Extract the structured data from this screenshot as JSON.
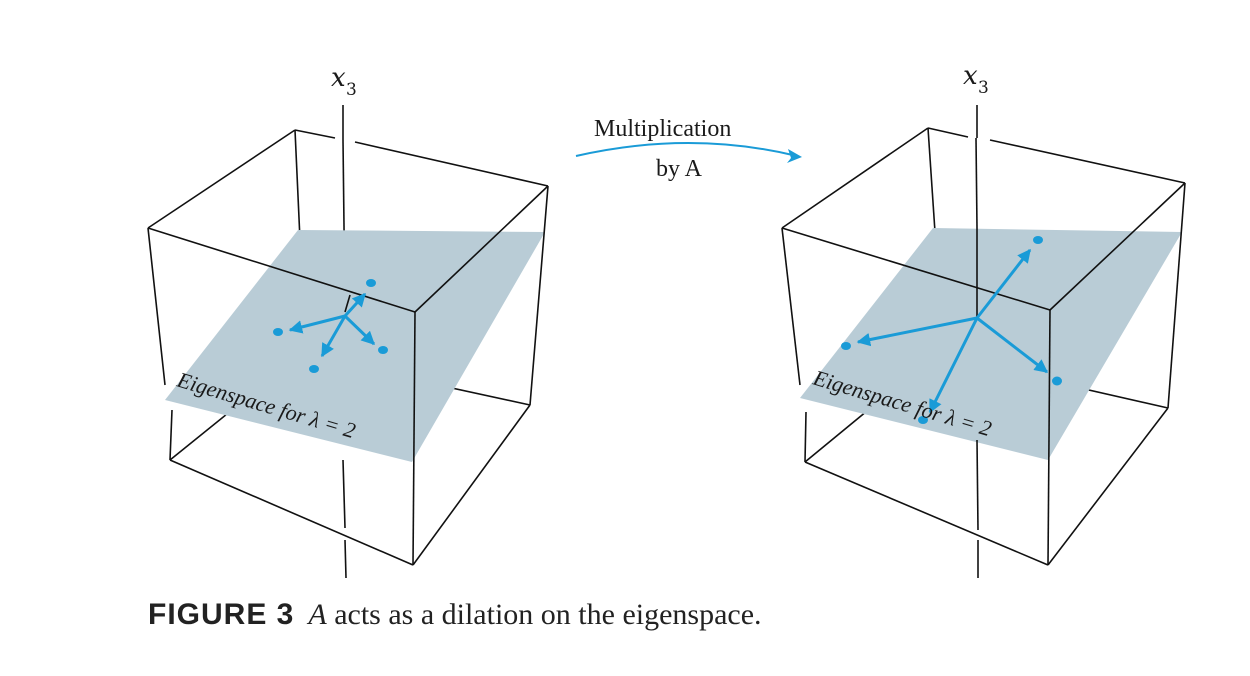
{
  "left_panel": {
    "axis_label": "x",
    "axis_subscript": "3",
    "plane_label": "Eigenspace for λ = 2"
  },
  "transform": {
    "label_line1": "Multiplication",
    "label_line2": "by A"
  },
  "right_panel": {
    "axis_label": "x",
    "axis_subscript": "3",
    "plane_label": "Eigenspace for λ = 2"
  },
  "caption": {
    "figure_number": "FIGURE 3",
    "variable": "A",
    "text": " acts as a dilation on the eigenspace."
  },
  "colors": {
    "vector": "#1a9bd7",
    "plane": "#b9ccd6",
    "lines": "#111111"
  }
}
